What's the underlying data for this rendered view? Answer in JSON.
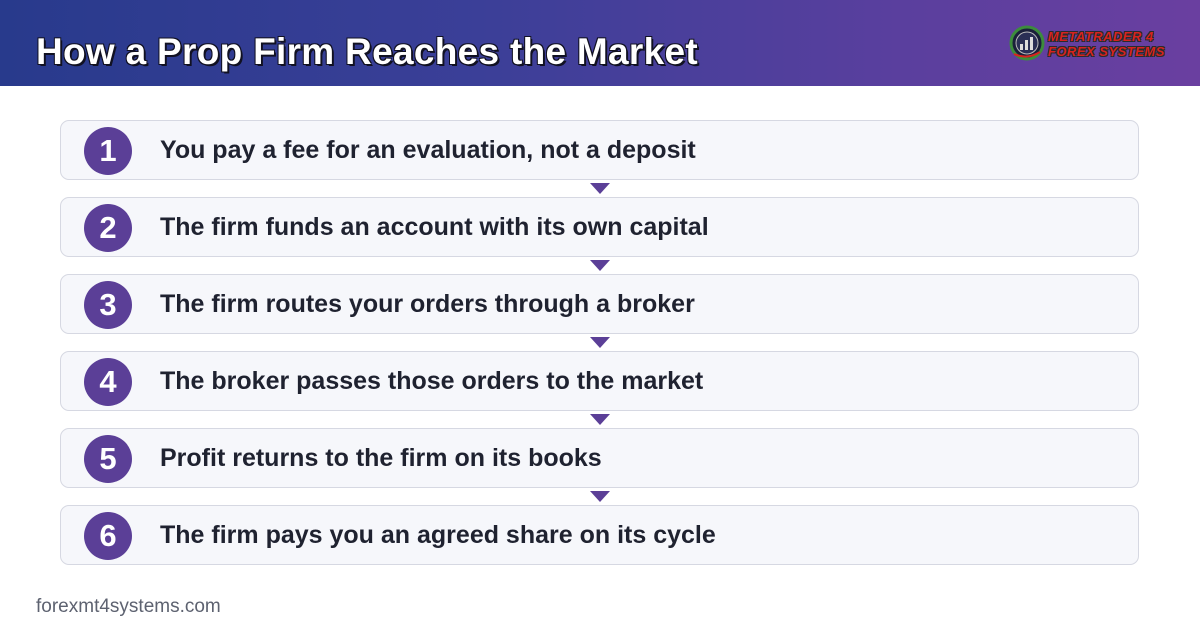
{
  "header": {
    "title": "How a Prop Firm Reaches the Market",
    "gradient_start": "#283a8c",
    "gradient_end": "#6a3fa0"
  },
  "logo": {
    "line1": "METATRADER 4",
    "line2": "FOREX SYSTEMS",
    "text_color": "#d8231f",
    "icon": "globe-chart-logo-icon"
  },
  "steps": [
    {
      "number": "1",
      "text": "You pay a fee for an evaluation, not a deposit"
    },
    {
      "number": "2",
      "text": "The firm funds an account with its own capital"
    },
    {
      "number": "3",
      "text": "The firm routes your orders through a broker"
    },
    {
      "number": "4",
      "text": "The broker passes those orders to the market"
    },
    {
      "number": "5",
      "text": "Profit returns to the firm on its books"
    },
    {
      "number": "6",
      "text": "The firm pays you an agreed share on its cycle"
    }
  ],
  "colors": {
    "badge": "#5b3f97",
    "step_background": "#f6f7fb",
    "step_border": "#d6d8e2",
    "arrow": "#5b3f97",
    "text": "#1f2230"
  },
  "footer": {
    "site": "forexmt4systems.com"
  }
}
